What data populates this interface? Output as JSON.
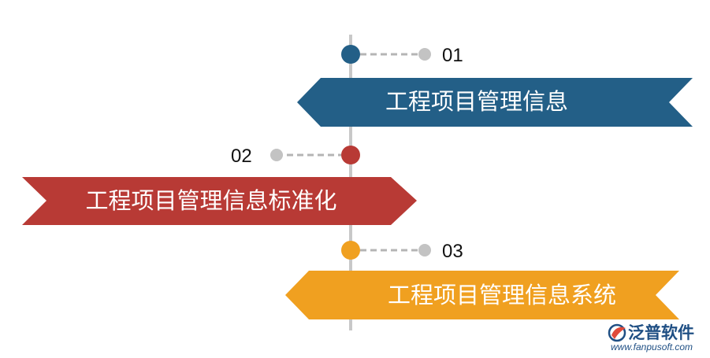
{
  "colors": {
    "blue": "#235f87",
    "red": "#b83a35",
    "orange": "#f0a020",
    "axis": "#c8c8c8",
    "dashed": "#b5b5b5",
    "gray_dot": "#c3c3c3",
    "white": "#ffffff",
    "brand": "#1f4f84"
  },
  "items": [
    {
      "number": "01",
      "label": "工程项目管理信息",
      "color": "blue"
    },
    {
      "number": "02",
      "label": "工程项目管理信息标准化",
      "color": "red"
    },
    {
      "number": "03",
      "label": "工程项目管理信息系统",
      "color": "orange"
    }
  ],
  "logo": {
    "name": "泛普软件",
    "url": "www.fanpusoft.com",
    "icon": "fanpu-logo-icon"
  }
}
